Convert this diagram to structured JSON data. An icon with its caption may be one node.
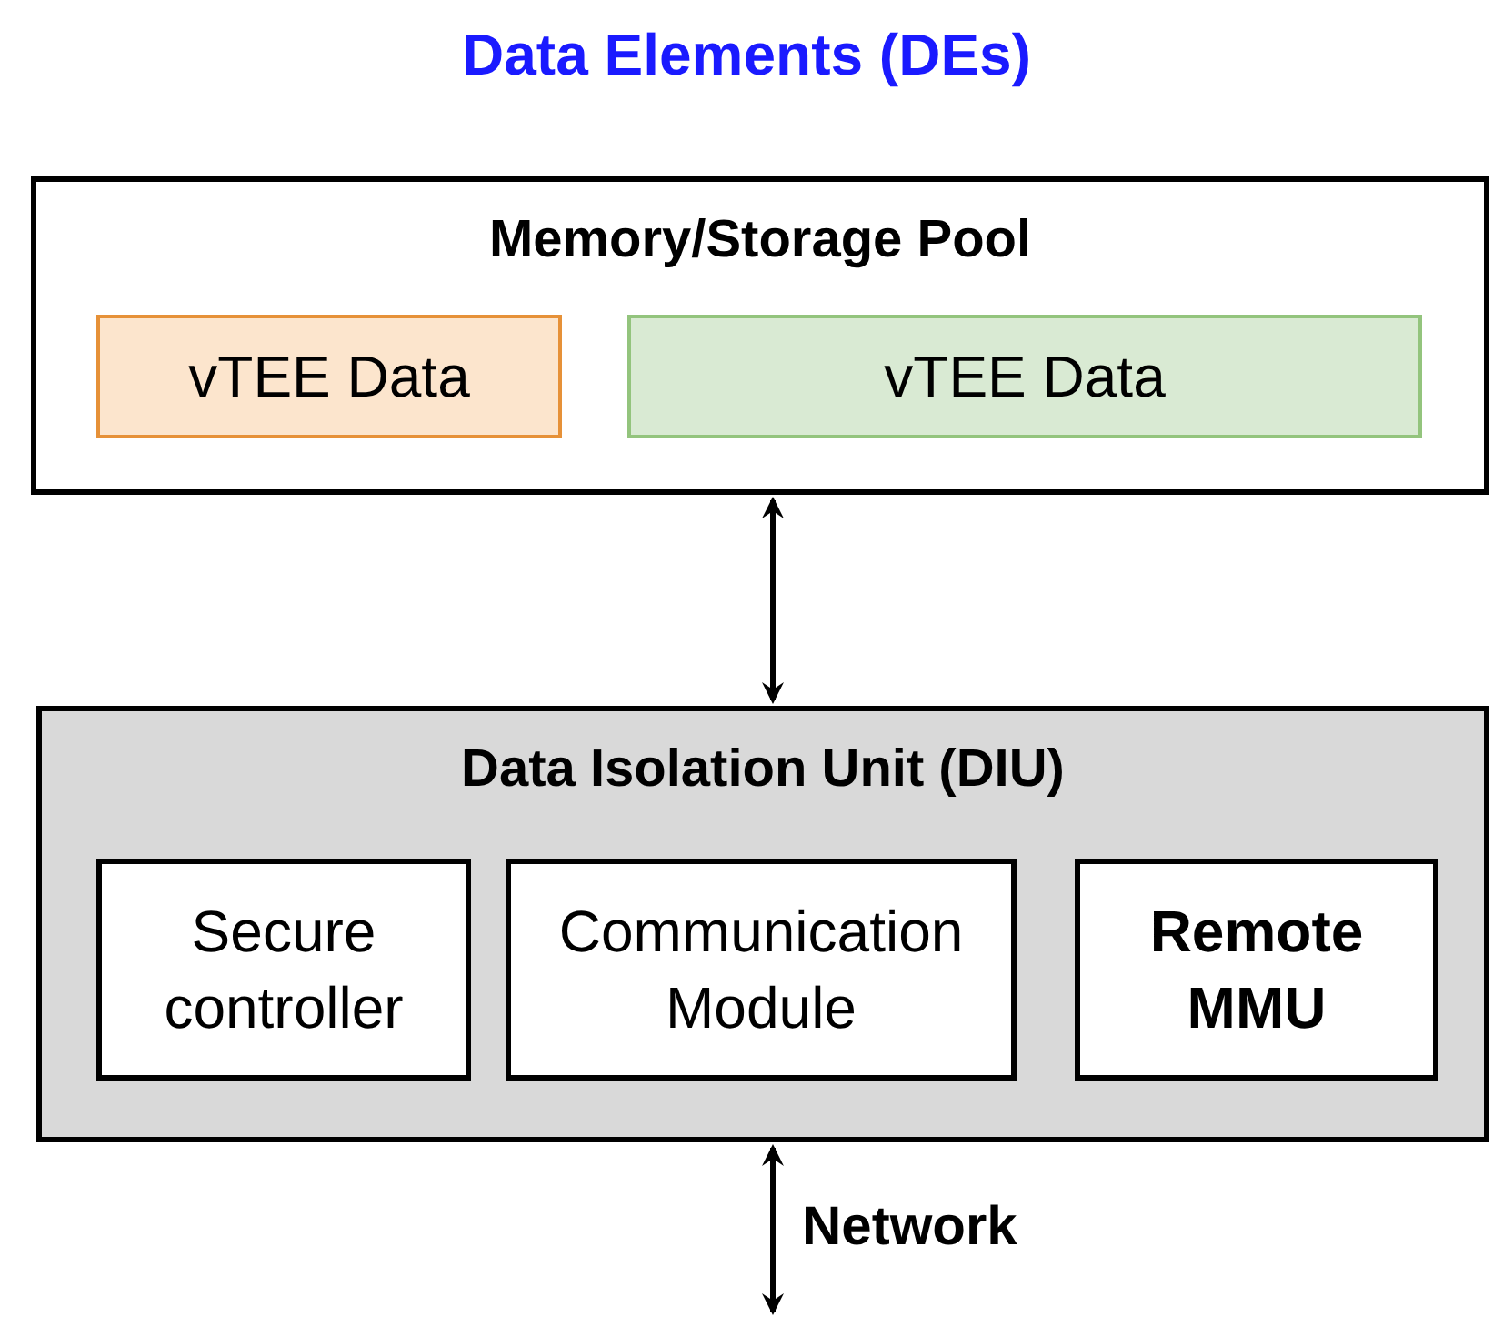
{
  "diagram": {
    "title": "Data Elements (DEs)",
    "nodes": [
      {
        "text": [
          "Memory/Storage Pool"
        ]
      },
      {
        "text": [
          "vTEE Data"
        ],
        "in": 0
      },
      {
        "text": [
          "vTEE Data"
        ],
        "in": 0
      },
      {
        "text": [
          "Data Isolation Unit (DIU)"
        ]
      },
      {
        "text": [
          "Secure controller"
        ],
        "in": 3
      },
      {
        "text": [
          "Communication Module"
        ],
        "in": 3
      },
      {
        "text": [
          "Remote MMU"
        ],
        "in": 3
      }
    ],
    "edges": [
      {
        "from": 0,
        "to": 3,
        "arrow": "both"
      },
      {
        "from": 3,
        "to": null,
        "arrow": "both",
        "label": "Network"
      }
    ]
  }
}
